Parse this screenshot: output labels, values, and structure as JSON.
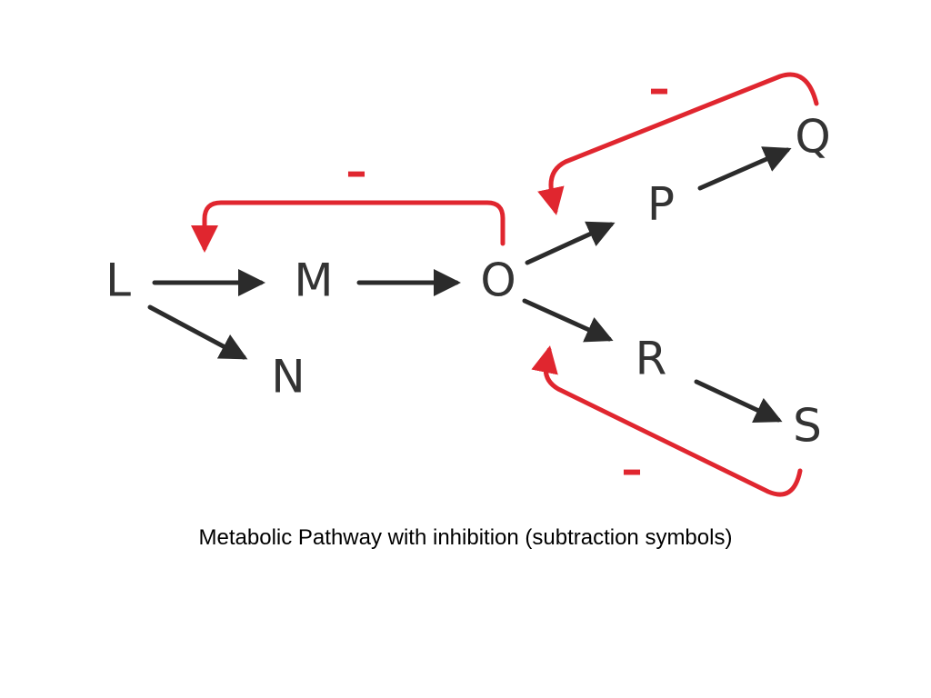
{
  "diagram": {
    "nodes": {
      "L": "L",
      "M": "M",
      "N": "N",
      "O": "O",
      "P": "P",
      "Q": "Q",
      "R": "R",
      "S": "S"
    },
    "inhibition_symbols": {
      "o_to_m": "–",
      "q_to_p": "–",
      "s_to_r": "–"
    },
    "colors": {
      "reaction_arrow": "#2b2b2b",
      "inhibition_arrow": "#e0262f",
      "node_text": "#333333"
    }
  },
  "caption": "Metabolic Pathway with inhibition (subtraction symbols)"
}
